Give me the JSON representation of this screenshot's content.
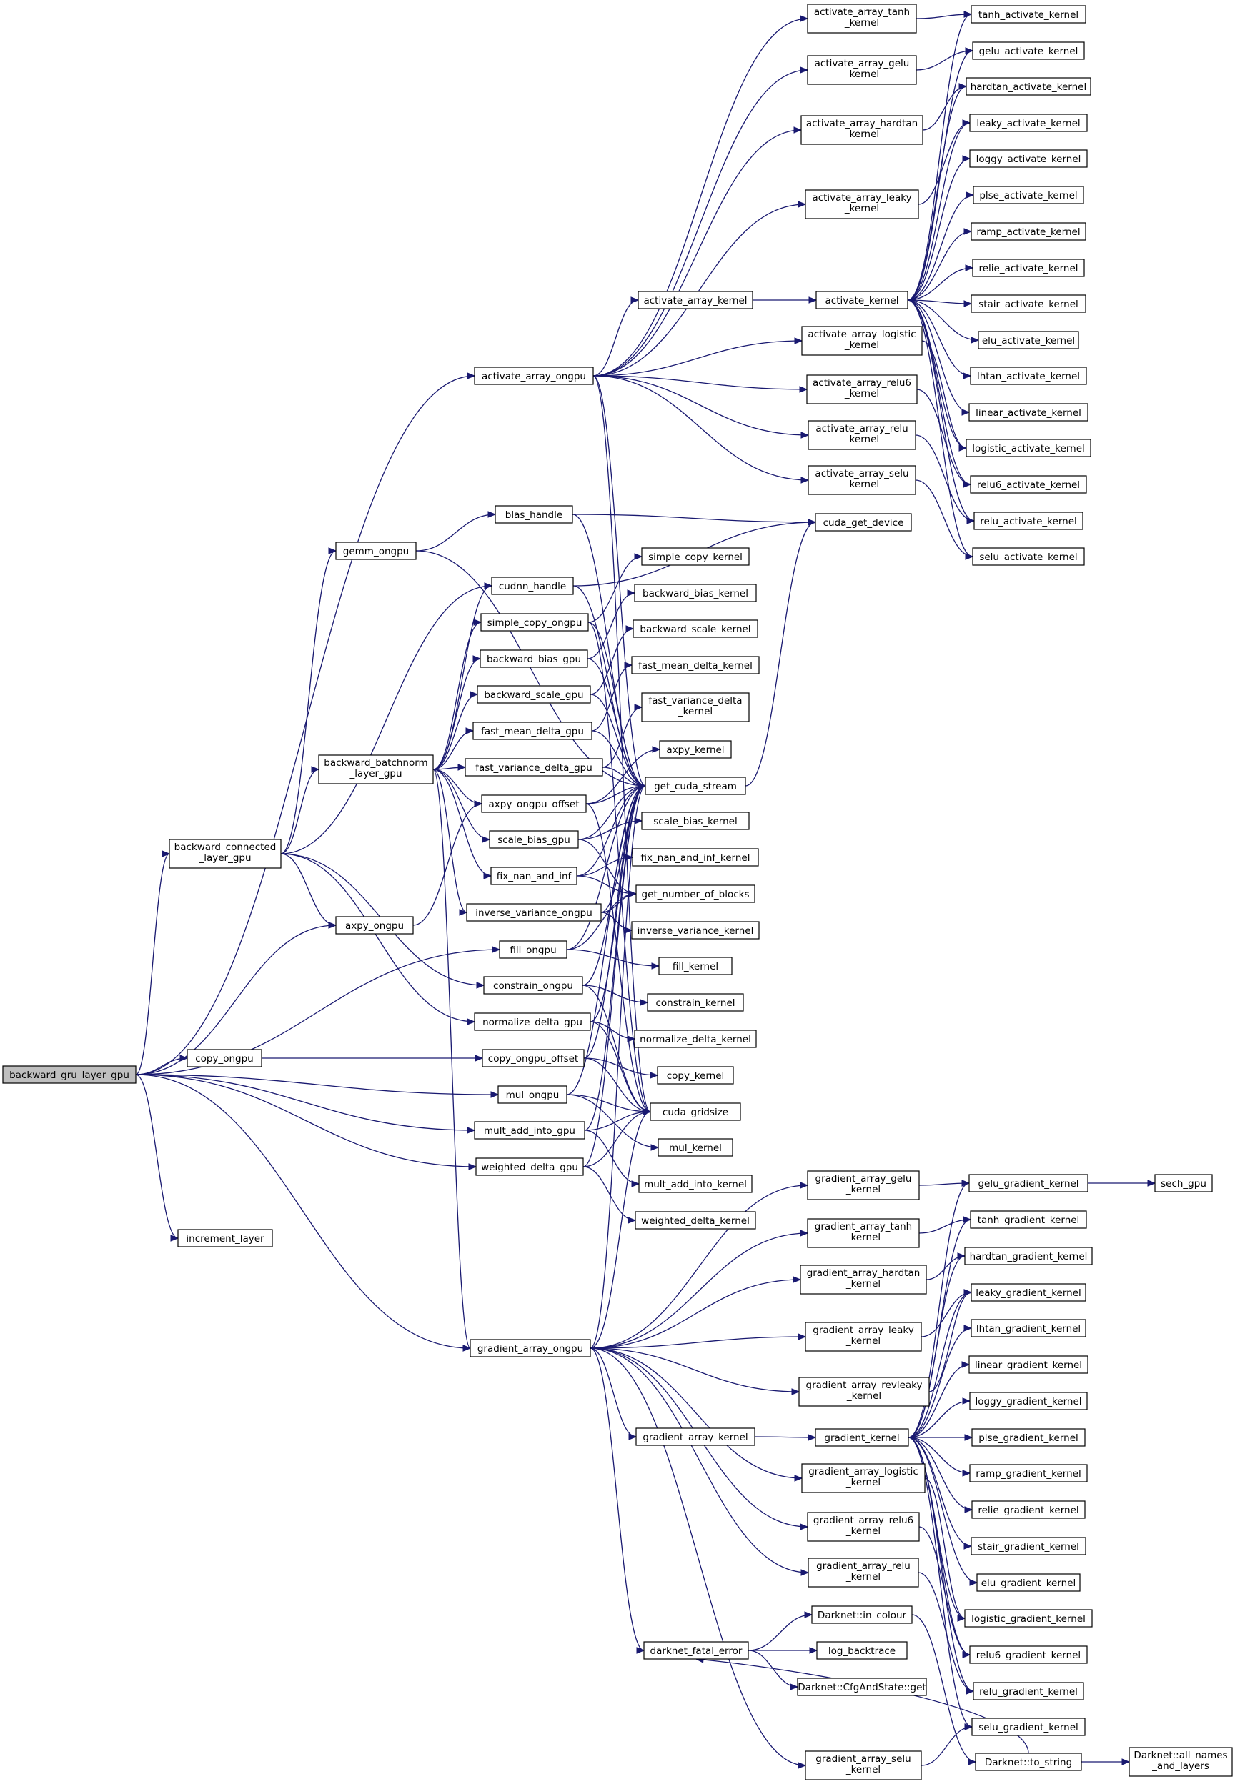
{
  "colors": {
    "edge": "#191970",
    "node_border": "#000000",
    "root_fill": "#bfbfbf",
    "node_fill": "#ffffff"
  },
  "nodes": {
    "n_root": [
      "backward_gru_layer_gpu"
    ],
    "n_act_ongpu": [
      "activate_array_ongpu"
    ],
    "n_conn": [
      "backward_connected",
      "_layer_gpu"
    ],
    "n_axpy_ongpu": [
      "axpy_ongpu"
    ],
    "n_fill_ongpu": [
      "fill_ongpu"
    ],
    "n_copy_ongpu": [
      "copy_ongpu"
    ],
    "n_copy_offset": [
      "copy_ongpu_offset"
    ],
    "n_mul_ongpu": [
      "mul_ongpu"
    ],
    "n_mult_add": [
      "mult_add_into_gpu"
    ],
    "n_weighted": [
      "weighted_delta_gpu"
    ],
    "n_increment": [
      "increment_layer"
    ],
    "n_grad_ongpu": [
      "gradient_array_ongpu"
    ],
    "n_gemm": [
      "gemm_ongpu"
    ],
    "n_bn": [
      "backward_batchnorm",
      "_layer_gpu"
    ],
    "n_constrain": [
      "constrain_ongpu"
    ],
    "n_normalize": [
      "normalize_delta_gpu"
    ],
    "n_blas": [
      "blas_handle"
    ],
    "n_cudnn": [
      "cudnn_handle"
    ],
    "n_simple_copy": [
      "simple_copy_ongpu"
    ],
    "n_bbias": [
      "backward_bias_gpu"
    ],
    "n_bscale": [
      "backward_scale_gpu"
    ],
    "n_fmean": [
      "fast_mean_delta_gpu"
    ],
    "n_fvar": [
      "fast_variance_delta_gpu"
    ],
    "n_axpy_off": [
      "axpy_ongpu_offset"
    ],
    "n_scale_bias": [
      "scale_bias_gpu"
    ],
    "n_fixnan": [
      "fix_nan_and_inf"
    ],
    "n_invvar": [
      "inverse_variance_ongpu"
    ],
    "n_cuda_dev": [
      "cuda_get_device"
    ],
    "n_k_simple_copy": [
      "simple_copy_kernel"
    ],
    "n_k_bbias": [
      "backward_bias_kernel"
    ],
    "n_k_bscale": [
      "backward_scale_kernel"
    ],
    "n_k_fmean": [
      "fast_mean_delta_kernel"
    ],
    "n_k_fvar": [
      "fast_variance_delta",
      "_kernel"
    ],
    "n_k_axpy": [
      "axpy_kernel"
    ],
    "n_stream": [
      "get_cuda_stream"
    ],
    "n_k_scale_bias": [
      "scale_bias_kernel"
    ],
    "n_k_fixnan": [
      "fix_nan_and_inf_kernel"
    ],
    "n_nblocks": [
      "get_number_of_blocks"
    ],
    "n_k_invvar": [
      "inverse_variance_kernel"
    ],
    "n_k_fill": [
      "fill_kernel"
    ],
    "n_k_constrain": [
      "constrain_kernel"
    ],
    "n_k_normalize": [
      "normalize_delta_kernel"
    ],
    "n_k_copy": [
      "copy_kernel"
    ],
    "n_gridsize": [
      "cuda_gridsize"
    ],
    "n_k_mul": [
      "mul_kernel"
    ],
    "n_k_mult_add": [
      "mult_add_into_kernel"
    ],
    "n_k_weighted": [
      "weighted_delta_kernel"
    ],
    "n_aa_kernel": [
      "activate_array_kernel"
    ],
    "n_act_kernel": [
      "activate_kernel"
    ],
    "n_aa_tanh": [
      "activate_array_tanh",
      "_kernel"
    ],
    "n_aa_gelu": [
      "activate_array_gelu",
      "_kernel"
    ],
    "n_aa_hardtan": [
      "activate_array_hardtan",
      "_kernel"
    ],
    "n_aa_leaky": [
      "activate_array_leaky",
      "_kernel"
    ],
    "n_aa_logistic": [
      "activate_array_logistic",
      "_kernel"
    ],
    "n_aa_relu6": [
      "activate_array_relu6",
      "_kernel"
    ],
    "n_aa_relu": [
      "activate_array_relu",
      "_kernel"
    ],
    "n_aa_selu": [
      "activate_array_selu",
      "_kernel"
    ],
    "n_tanh_act": [
      "tanh_activate_kernel"
    ],
    "n_gelu_act": [
      "gelu_activate_kernel"
    ],
    "n_hardtan_act": [
      "hardtan_activate_kernel"
    ],
    "n_leaky_act": [
      "leaky_activate_kernel"
    ],
    "n_loggy_act": [
      "loggy_activate_kernel"
    ],
    "n_plse_act": [
      "plse_activate_kernel"
    ],
    "n_ramp_act": [
      "ramp_activate_kernel"
    ],
    "n_relie_act": [
      "relie_activate_kernel"
    ],
    "n_stair_act": [
      "stair_activate_kernel"
    ],
    "n_elu_act": [
      "elu_activate_kernel"
    ],
    "n_lhtan_act": [
      "lhtan_activate_kernel"
    ],
    "n_linear_act": [
      "linear_activate_kernel"
    ],
    "n_logistic_act": [
      "logistic_activate_kernel"
    ],
    "n_relu6_act": [
      "relu6_activate_kernel"
    ],
    "n_relu_act": [
      "relu_activate_kernel"
    ],
    "n_selu_act": [
      "selu_activate_kernel"
    ],
    "n_ga_gelu": [
      "gradient_array_gelu",
      "_kernel"
    ],
    "n_ga_tanh": [
      "gradient_array_tanh",
      "_kernel"
    ],
    "n_ga_hardtan": [
      "gradient_array_hardtan",
      "_kernel"
    ],
    "n_ga_leaky": [
      "gradient_array_leaky",
      "_kernel"
    ],
    "n_ga_revleaky": [
      "gradient_array_revleaky",
      "_kernel"
    ],
    "n_ga_kernel": [
      "gradient_array_kernel"
    ],
    "n_grad_kernel": [
      "gradient_kernel"
    ],
    "n_ga_logistic": [
      "gradient_array_logistic",
      "_kernel"
    ],
    "n_ga_relu6": [
      "gradient_array_relu6",
      "_kernel"
    ],
    "n_ga_relu": [
      "gradient_array_relu",
      "_kernel"
    ],
    "n_ga_selu": [
      "gradient_array_selu",
      "_kernel"
    ],
    "n_fatal": [
      "darknet_fatal_error"
    ],
    "n_in_colour": [
      "Darknet::in_colour"
    ],
    "n_backtrace": [
      "log_backtrace"
    ],
    "n_cfg_get": [
      "Darknet::CfgAndState::get"
    ],
    "n_to_string": [
      "Darknet::to_string"
    ],
    "n_all_names": [
      "Darknet::all_names",
      "_and_layers"
    ],
    "n_gelu_grad": [
      "gelu_gradient_kernel"
    ],
    "n_sech": [
      "sech_gpu"
    ],
    "n_tanh_grad": [
      "tanh_gradient_kernel"
    ],
    "n_hardtan_grad": [
      "hardtan_gradient_kernel"
    ],
    "n_leaky_grad": [
      "leaky_gradient_kernel"
    ],
    "n_lhtan_grad": [
      "lhtan_gradient_kernel"
    ],
    "n_linear_grad": [
      "linear_gradient_kernel"
    ],
    "n_loggy_grad": [
      "loggy_gradient_kernel"
    ],
    "n_plse_grad": [
      "plse_gradient_kernel"
    ],
    "n_ramp_grad": [
      "ramp_gradient_kernel"
    ],
    "n_relie_grad": [
      "relie_gradient_kernel"
    ],
    "n_stair_grad": [
      "stair_gradient_kernel"
    ],
    "n_elu_grad": [
      "elu_gradient_kernel"
    ],
    "n_logistic_grad": [
      "logistic_gradient_kernel"
    ],
    "n_relu6_grad": [
      "relu6_gradient_kernel"
    ],
    "n_relu_grad": [
      "relu_gradient_kernel"
    ],
    "n_selu_grad": [
      "selu_gradient_kernel"
    ]
  },
  "edges": [
    [
      "n_root",
      "n_act_ongpu"
    ],
    [
      "n_root",
      "n_conn"
    ],
    [
      "n_root",
      "n_axpy_ongpu"
    ],
    [
      "n_root",
      "n_fill_ongpu"
    ],
    [
      "n_root",
      "n_copy_ongpu"
    ],
    [
      "n_root",
      "n_mul_ongpu"
    ],
    [
      "n_root",
      "n_mult_add"
    ],
    [
      "n_root",
      "n_weighted"
    ],
    [
      "n_root",
      "n_increment"
    ],
    [
      "n_root",
      "n_grad_ongpu"
    ],
    [
      "n_conn",
      "n_gemm"
    ],
    [
      "n_conn",
      "n_bn"
    ],
    [
      "n_conn",
      "n_axpy_ongpu"
    ],
    [
      "n_conn",
      "n_cudnn"
    ],
    [
      "n_conn",
      "n_constrain"
    ],
    [
      "n_conn",
      "n_normalize"
    ],
    [
      "n_copy_ongpu",
      "n_copy_offset"
    ],
    [
      "n_gemm",
      "n_blas"
    ],
    [
      "n_gemm",
      "n_stream"
    ],
    [
      "n_bn",
      "n_cudnn"
    ],
    [
      "n_bn",
      "n_simple_copy"
    ],
    [
      "n_bn",
      "n_bbias"
    ],
    [
      "n_bn",
      "n_bscale"
    ],
    [
      "n_bn",
      "n_fmean"
    ],
    [
      "n_bn",
      "n_fvar"
    ],
    [
      "n_bn",
      "n_axpy_off"
    ],
    [
      "n_bn",
      "n_scale_bias"
    ],
    [
      "n_bn",
      "n_fixnan"
    ],
    [
      "n_bn",
      "n_invvar"
    ],
    [
      "n_bn",
      "n_grad_ongpu"
    ],
    [
      "n_axpy_ongpu",
      "n_axpy_off"
    ],
    [
      "n_blas",
      "n_cuda_dev"
    ],
    [
      "n_blas",
      "n_stream"
    ],
    [
      "n_cudnn",
      "n_cuda_dev"
    ],
    [
      "n_cudnn",
      "n_stream"
    ],
    [
      "n_simple_copy",
      "n_k_simple_copy"
    ],
    [
      "n_simple_copy",
      "n_stream"
    ],
    [
      "n_simple_copy",
      "n_gridsize"
    ],
    [
      "n_bbias",
      "n_k_bbias"
    ],
    [
      "n_bbias",
      "n_stream"
    ],
    [
      "n_bscale",
      "n_k_bscale"
    ],
    [
      "n_bscale",
      "n_stream"
    ],
    [
      "n_fmean",
      "n_k_fmean"
    ],
    [
      "n_fmean",
      "n_stream"
    ],
    [
      "n_fvar",
      "n_k_fvar"
    ],
    [
      "n_fvar",
      "n_stream"
    ],
    [
      "n_axpy_off",
      "n_k_axpy"
    ],
    [
      "n_axpy_off",
      "n_stream"
    ],
    [
      "n_axpy_off",
      "n_gridsize"
    ],
    [
      "n_scale_bias",
      "n_k_scale_bias"
    ],
    [
      "n_scale_bias",
      "n_stream"
    ],
    [
      "n_scale_bias",
      "n_nblocks"
    ],
    [
      "n_fixnan",
      "n_k_fixnan"
    ],
    [
      "n_fixnan",
      "n_stream"
    ],
    [
      "n_fixnan",
      "n_nblocks"
    ],
    [
      "n_invvar",
      "n_k_invvar"
    ],
    [
      "n_invvar",
      "n_stream"
    ],
    [
      "n_invvar",
      "n_nblocks"
    ],
    [
      "n_stream",
      "n_cuda_dev"
    ],
    [
      "n_fill_ongpu",
      "n_k_fill"
    ],
    [
      "n_fill_ongpu",
      "n_stream"
    ],
    [
      "n_fill_ongpu",
      "n_nblocks"
    ],
    [
      "n_constrain",
      "n_k_constrain"
    ],
    [
      "n_constrain",
      "n_stream"
    ],
    [
      "n_constrain",
      "n_gridsize"
    ],
    [
      "n_normalize",
      "n_k_normalize"
    ],
    [
      "n_normalize",
      "n_stream"
    ],
    [
      "n_normalize",
      "n_gridsize"
    ],
    [
      "n_copy_offset",
      "n_k_copy"
    ],
    [
      "n_copy_offset",
      "n_stream"
    ],
    [
      "n_copy_offset",
      "n_gridsize"
    ],
    [
      "n_mul_ongpu",
      "n_k_mul"
    ],
    [
      "n_mul_ongpu",
      "n_stream"
    ],
    [
      "n_mul_ongpu",
      "n_gridsize"
    ],
    [
      "n_mult_add",
      "n_k_mult_add"
    ],
    [
      "n_mult_add",
      "n_stream"
    ],
    [
      "n_mult_add",
      "n_gridsize"
    ],
    [
      "n_weighted",
      "n_k_weighted"
    ],
    [
      "n_weighted",
      "n_stream"
    ],
    [
      "n_weighted",
      "n_gridsize"
    ],
    [
      "n_act_ongpu",
      "n_aa_tanh"
    ],
    [
      "n_act_ongpu",
      "n_aa_gelu"
    ],
    [
      "n_act_ongpu",
      "n_aa_hardtan"
    ],
    [
      "n_act_ongpu",
      "n_aa_leaky"
    ],
    [
      "n_act_ongpu",
      "n_aa_kernel"
    ],
    [
      "n_act_ongpu",
      "n_aa_logistic"
    ],
    [
      "n_act_ongpu",
      "n_aa_relu6"
    ],
    [
      "n_act_ongpu",
      "n_aa_relu"
    ],
    [
      "n_act_ongpu",
      "n_aa_selu"
    ],
    [
      "n_act_ongpu",
      "n_stream"
    ],
    [
      "n_act_ongpu",
      "n_gridsize"
    ],
    [
      "n_aa_kernel",
      "n_act_kernel"
    ],
    [
      "n_aa_tanh",
      "n_tanh_act"
    ],
    [
      "n_aa_gelu",
      "n_gelu_act"
    ],
    [
      "n_aa_hardtan",
      "n_hardtan_act"
    ],
    [
      "n_aa_leaky",
      "n_leaky_act"
    ],
    [
      "n_aa_logistic",
      "n_logistic_act"
    ],
    [
      "n_aa_relu6",
      "n_relu6_act"
    ],
    [
      "n_aa_relu",
      "n_relu_act"
    ],
    [
      "n_aa_selu",
      "n_selu_act"
    ],
    [
      "n_act_kernel",
      "n_tanh_act"
    ],
    [
      "n_act_kernel",
      "n_gelu_act"
    ],
    [
      "n_act_kernel",
      "n_hardtan_act"
    ],
    [
      "n_act_kernel",
      "n_leaky_act"
    ],
    [
      "n_act_kernel",
      "n_loggy_act"
    ],
    [
      "n_act_kernel",
      "n_plse_act"
    ],
    [
      "n_act_kernel",
      "n_ramp_act"
    ],
    [
      "n_act_kernel",
      "n_relie_act"
    ],
    [
      "n_act_kernel",
      "n_stair_act"
    ],
    [
      "n_act_kernel",
      "n_elu_act"
    ],
    [
      "n_act_kernel",
      "n_lhtan_act"
    ],
    [
      "n_act_kernel",
      "n_linear_act"
    ],
    [
      "n_act_kernel",
      "n_logistic_act"
    ],
    [
      "n_act_kernel",
      "n_relu6_act"
    ],
    [
      "n_act_kernel",
      "n_relu_act"
    ],
    [
      "n_act_kernel",
      "n_selu_act"
    ],
    [
      "n_grad_ongpu",
      "n_ga_gelu"
    ],
    [
      "n_grad_ongpu",
      "n_ga_tanh"
    ],
    [
      "n_grad_ongpu",
      "n_ga_hardtan"
    ],
    [
      "n_grad_ongpu",
      "n_ga_leaky"
    ],
    [
      "n_grad_ongpu",
      "n_ga_revleaky"
    ],
    [
      "n_grad_ongpu",
      "n_ga_kernel"
    ],
    [
      "n_grad_ongpu",
      "n_ga_logistic"
    ],
    [
      "n_grad_ongpu",
      "n_ga_relu6"
    ],
    [
      "n_grad_ongpu",
      "n_ga_relu"
    ],
    [
      "n_grad_ongpu",
      "n_ga_selu"
    ],
    [
      "n_grad_ongpu",
      "n_fatal"
    ],
    [
      "n_grad_ongpu",
      "n_stream"
    ],
    [
      "n_grad_ongpu",
      "n_gridsize"
    ],
    [
      "n_ga_kernel",
      "n_grad_kernel"
    ],
    [
      "n_ga_gelu",
      "n_gelu_grad"
    ],
    [
      "n_ga_tanh",
      "n_tanh_grad"
    ],
    [
      "n_ga_hardtan",
      "n_hardtan_grad"
    ],
    [
      "n_ga_leaky",
      "n_leaky_grad"
    ],
    [
      "n_ga_revleaky",
      "n_leaky_grad"
    ],
    [
      "n_ga_logistic",
      "n_logistic_grad"
    ],
    [
      "n_ga_relu6",
      "n_relu6_grad"
    ],
    [
      "n_ga_relu",
      "n_relu_grad"
    ],
    [
      "n_ga_selu",
      "n_selu_grad"
    ],
    [
      "n_grad_kernel",
      "n_gelu_grad"
    ],
    [
      "n_grad_kernel",
      "n_tanh_grad"
    ],
    [
      "n_grad_kernel",
      "n_hardtan_grad"
    ],
    [
      "n_grad_kernel",
      "n_leaky_grad"
    ],
    [
      "n_grad_kernel",
      "n_lhtan_grad"
    ],
    [
      "n_grad_kernel",
      "n_linear_grad"
    ],
    [
      "n_grad_kernel",
      "n_loggy_grad"
    ],
    [
      "n_grad_kernel",
      "n_plse_grad"
    ],
    [
      "n_grad_kernel",
      "n_ramp_grad"
    ],
    [
      "n_grad_kernel",
      "n_relie_grad"
    ],
    [
      "n_grad_kernel",
      "n_stair_grad"
    ],
    [
      "n_grad_kernel",
      "n_elu_grad"
    ],
    [
      "n_grad_kernel",
      "n_logistic_grad"
    ],
    [
      "n_grad_kernel",
      "n_relu6_grad"
    ],
    [
      "n_grad_kernel",
      "n_relu_grad"
    ],
    [
      "n_grad_kernel",
      "n_selu_grad"
    ],
    [
      "n_gelu_grad",
      "n_sech"
    ],
    [
      "n_fatal",
      "n_in_colour"
    ],
    [
      "n_fatal",
      "n_backtrace"
    ],
    [
      "n_fatal",
      "n_cfg_get"
    ],
    [
      "n_in_colour",
      "n_to_string"
    ],
    [
      "n_to_string",
      "n_all_names"
    ],
    [
      "n_to_string",
      "n_fatal"
    ]
  ]
}
